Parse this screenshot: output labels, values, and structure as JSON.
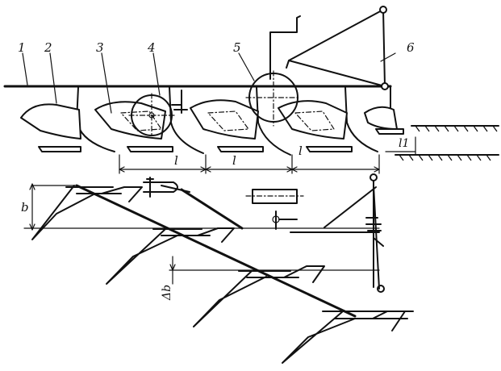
{
  "callouts": [
    "1",
    "2",
    "3",
    "4",
    "5",
    "6"
  ],
  "dimensions": {
    "spacing_1": "l",
    "spacing_2": "l",
    "spacing_3": "l",
    "end_offset": "l1",
    "width": "b",
    "width_step": "Δb"
  }
}
